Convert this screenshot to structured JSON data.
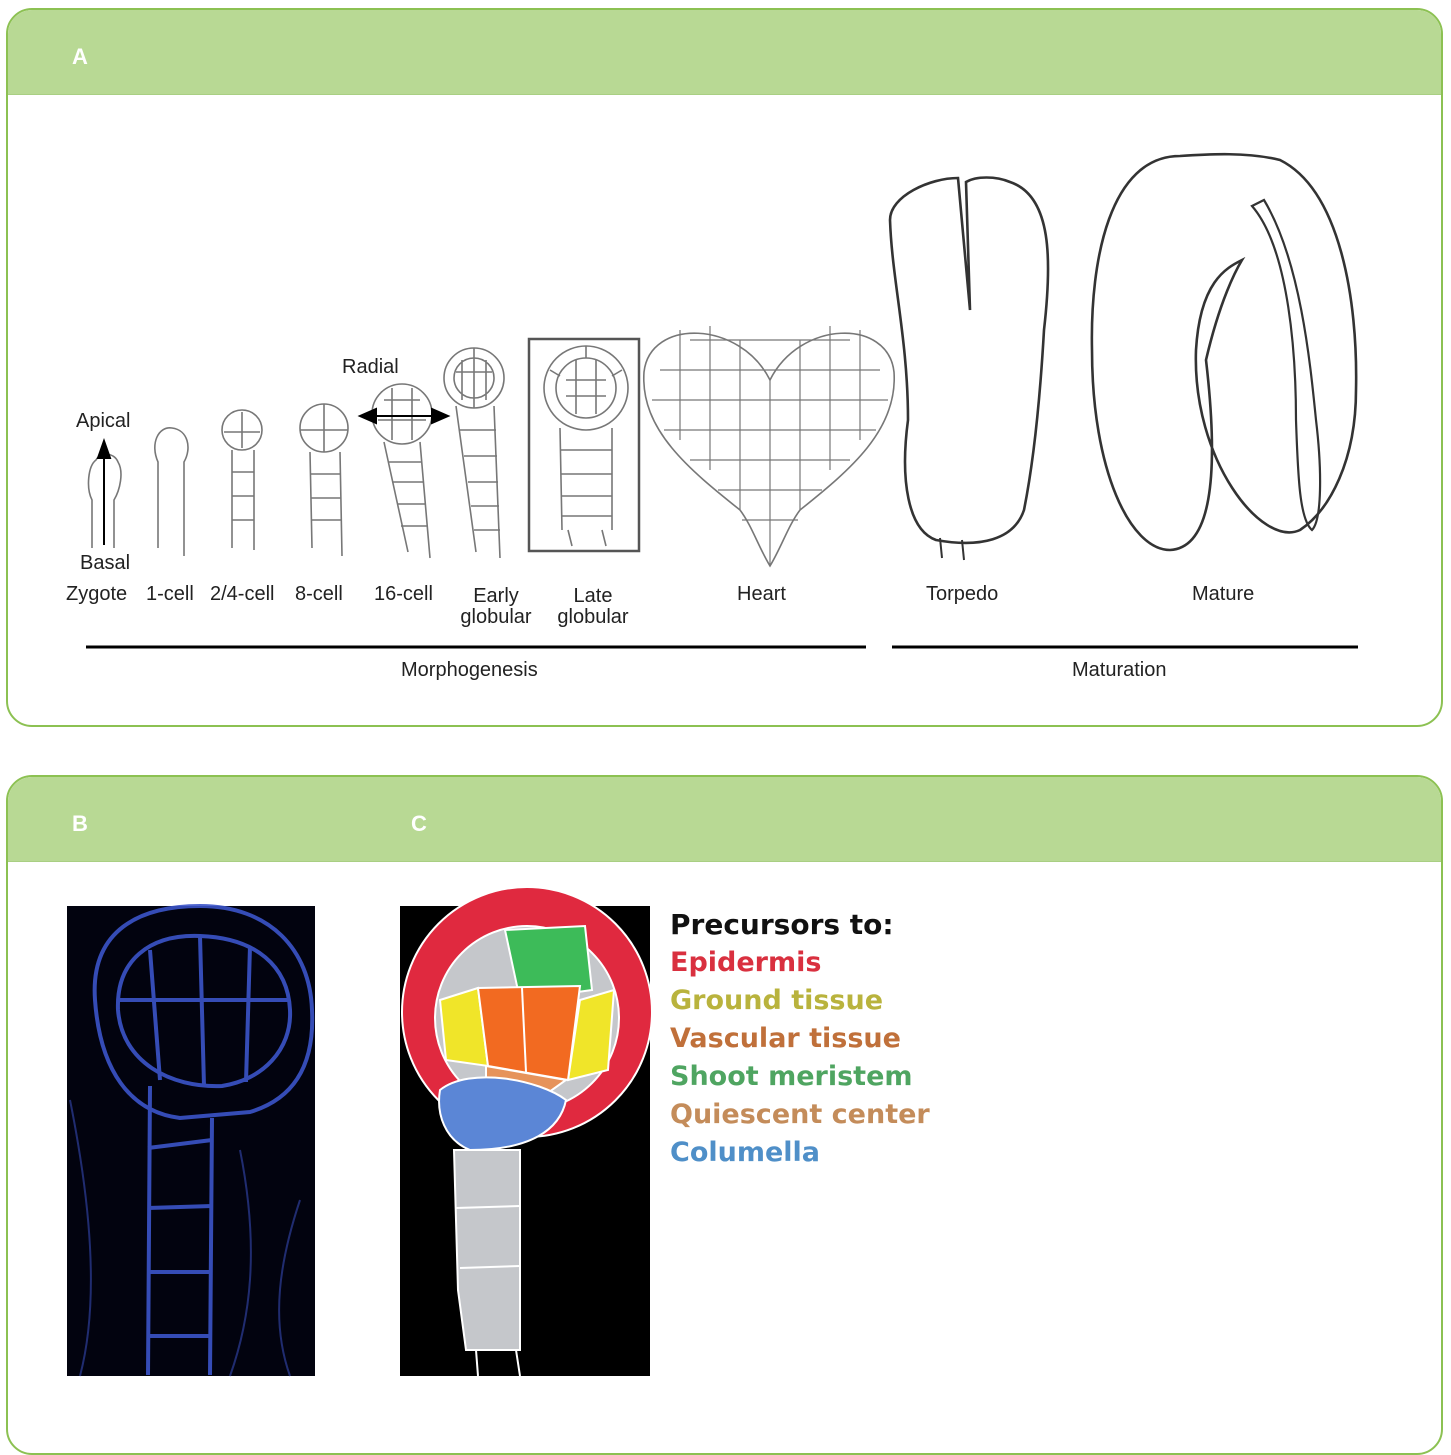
{
  "panel_a": {
    "letter": "A",
    "axis_labels": {
      "apical": "Apical",
      "basal": "Basal",
      "radial": "Radial"
    },
    "stages": [
      {
        "key": "zygote",
        "label": "Zygote"
      },
      {
        "key": "one_cell",
        "label": "1-cell"
      },
      {
        "key": "two_four_cell",
        "label": "2/4-cell"
      },
      {
        "key": "eight_cell",
        "label": "8-cell"
      },
      {
        "key": "sixteen_cell",
        "label": "16-cell"
      },
      {
        "key": "early_globular",
        "label": "Early\nglobular"
      },
      {
        "key": "late_globular",
        "label": "Late\nglobular"
      },
      {
        "key": "heart",
        "label": "Heart"
      },
      {
        "key": "torpedo",
        "label": "Torpedo"
      },
      {
        "key": "mature",
        "label": "Mature"
      }
    ],
    "phases": {
      "morphogenesis": "Morphogenesis",
      "maturation": "Maturation"
    }
  },
  "panel_b": {
    "letter": "B"
  },
  "panel_c": {
    "letter": "C",
    "legend_title": "Precursors to:",
    "legend": [
      {
        "label": "Epidermis",
        "color": "#d9303f"
      },
      {
        "label": "Ground tissue",
        "color": "#b9b33d"
      },
      {
        "label": "Vascular tissue",
        "color": "#c0703a"
      },
      {
        "label": "Shoot meristem",
        "color": "#4fa561"
      },
      {
        "label": "Quiescent center",
        "color": "#c48c5a"
      },
      {
        "label": "Columella",
        "color": "#4f8fc8"
      }
    ]
  },
  "colors": {
    "panel_border": "#8cc152",
    "header_fill": "#b8d994",
    "epidermis": "#e0293f",
    "ground": "#f0e529",
    "vascular": "#f26a21",
    "shoot": "#3dbb59",
    "quiescent": "#e6935b",
    "columella": "#5b86d6",
    "suspensor": "#c5c7cb",
    "confocal": "#3b54c9"
  }
}
